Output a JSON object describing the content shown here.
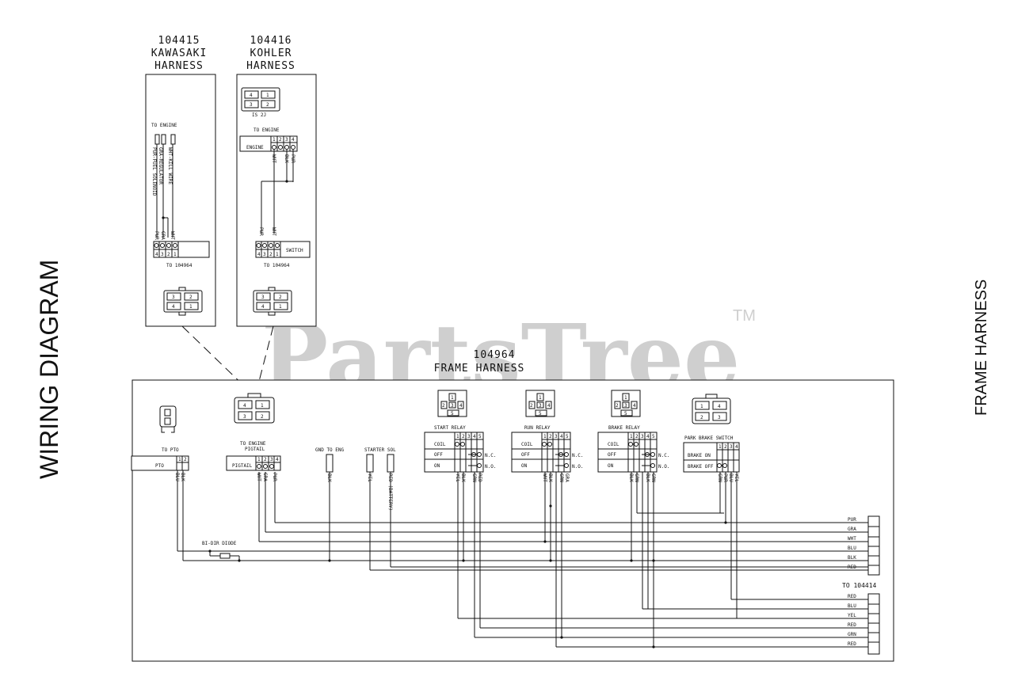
{
  "titles": {
    "left": "WIRING DIAGRAM",
    "right": "FRAME HARNESS"
  },
  "watermark": {
    "text": "PartsTree",
    "tm": "TM"
  },
  "kawasaki": {
    "part": "104415",
    "name1": "KAWASAKI",
    "name2": "HARNESS",
    "to_engine": "TO ENGINE",
    "wire1": "PUR-FUEL SOLENOID",
    "wire2": "GRA-REGULATOR",
    "wire3": "WHT-KILL WIRE",
    "col1": "PUR",
    "col2": "GRA",
    "col3": "WHT",
    "pins": [
      "4",
      "3",
      "2",
      "1"
    ],
    "to_frame": "TO 104964",
    "conn": [
      "3",
      "2",
      "4",
      "1"
    ]
  },
  "kohler": {
    "part": "104416",
    "name1": "KOHLER",
    "name2": "HARNESS",
    "top_conn": [
      "4",
      "1",
      "3",
      "2"
    ],
    "top_conn_note": "IS 2J",
    "to_engine": "TO ENGINE",
    "engine_label": "ENGINE",
    "engine_pins": [
      "1",
      "2",
      "3",
      "4"
    ],
    "engine_wires": [
      "WHT",
      "BLK",
      "PUR"
    ],
    "switch_wires": [
      "PUR",
      "WHT"
    ],
    "switch_label": "SWITCH",
    "switch_pins": [
      "4",
      "3",
      "2",
      "1"
    ],
    "to_frame": "TO 104964",
    "conn": [
      "3",
      "2",
      "4",
      "1"
    ]
  },
  "frame": {
    "part": "104964",
    "name": "FRAME HARNESS",
    "pto": {
      "title": "TO PTO",
      "label": "PTO",
      "pins": [
        "1",
        "2"
      ],
      "wires": [
        "BLU",
        "BLK"
      ]
    },
    "pigtail": {
      "title1": "TO ENGINE",
      "title2": "PIGTAIL",
      "label": "PIGTAIL",
      "pins": [
        "1",
        "2",
        "3",
        "4"
      ],
      "wires": [
        "WHT",
        "GRA",
        "PUR"
      ],
      "conn": [
        "4",
        "1",
        "3",
        "2"
      ]
    },
    "gnd": {
      "title": "GND TO ENG",
      "wire": "BLK"
    },
    "starter": {
      "title": "STARTER SOL",
      "wire1": "YEL",
      "wire2": "RED (BATTERY)"
    },
    "relays": [
      {
        "title": "START RELAY",
        "wires": [
          "YEL",
          "BLK",
          "GRN",
          "RED"
        ]
      },
      {
        "title": "RUN RELAY",
        "wires": [
          "WHT",
          "BLK",
          "GRN",
          "GRA"
        ]
      },
      {
        "title": "BRAKE RELAY",
        "wires": [
          "BLK",
          "GRN",
          "BLK",
          "GRN"
        ]
      }
    ],
    "relay_conn": [
      "1",
      "2",
      "3",
      "4",
      "5"
    ],
    "relay_rows": [
      "COIL",
      "OFF",
      "ON"
    ],
    "relay_pins": [
      "1",
      "2",
      "3",
      "4",
      "5"
    ],
    "nc": "N.C.",
    "no": "N.O.",
    "park": {
      "title": "PARK BRAKE SWITCH",
      "pins": [
        "1",
        "2",
        "3",
        "4"
      ],
      "rows": [
        "BRAKE ON",
        "BRAKE OFF"
      ],
      "wires": [
        "GRN",
        "PUR",
        "BLU",
        "YEL"
      ],
      "conn": [
        "1",
        "4",
        "2",
        "3"
      ]
    },
    "diode": "BI-DIR DIODE",
    "right_top": {
      "labels": [
        "PUR",
        "GRA",
        "WHT",
        "BLU",
        "BLK",
        "RED"
      ]
    },
    "to_104414": "TO 104414",
    "right_bottom": {
      "labels": [
        "RED",
        "BLU",
        "YEL",
        "RED",
        "GRN",
        "RED"
      ]
    }
  }
}
